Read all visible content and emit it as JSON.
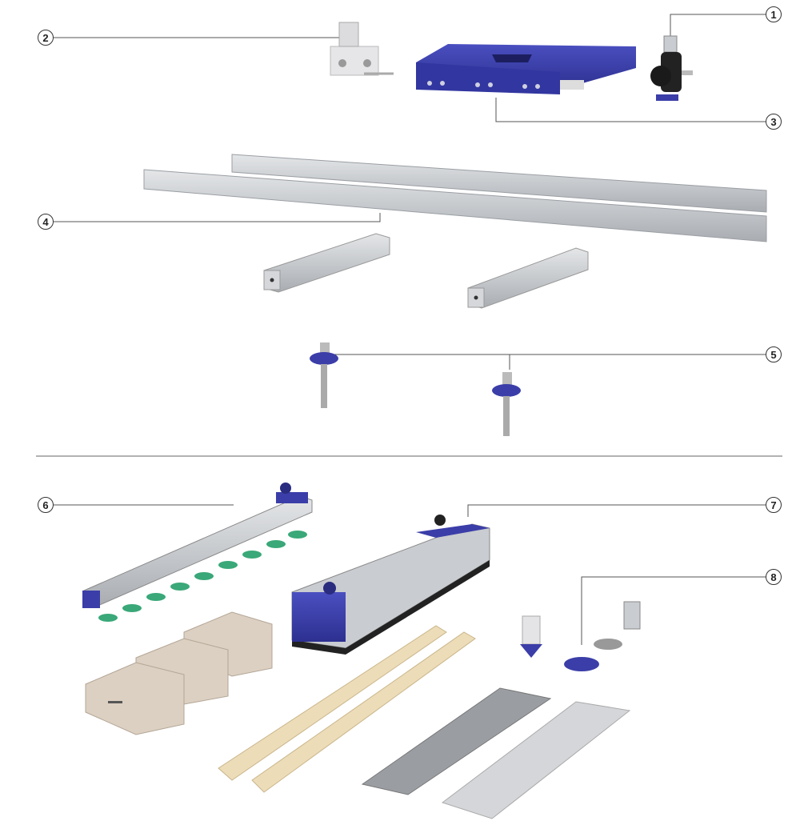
{
  "callouts": [
    "1",
    "2",
    "3",
    "4",
    "5",
    "6",
    "7",
    "8"
  ],
  "colors": {
    "blue": "#3b3ea8",
    "blue_dark": "#2a2c80",
    "aluminium": "#c9ccd0",
    "green": "#3aa878",
    "cardboard": "#d9cdbf",
    "wood": "#ecdcb8",
    "line": "#555555"
  }
}
